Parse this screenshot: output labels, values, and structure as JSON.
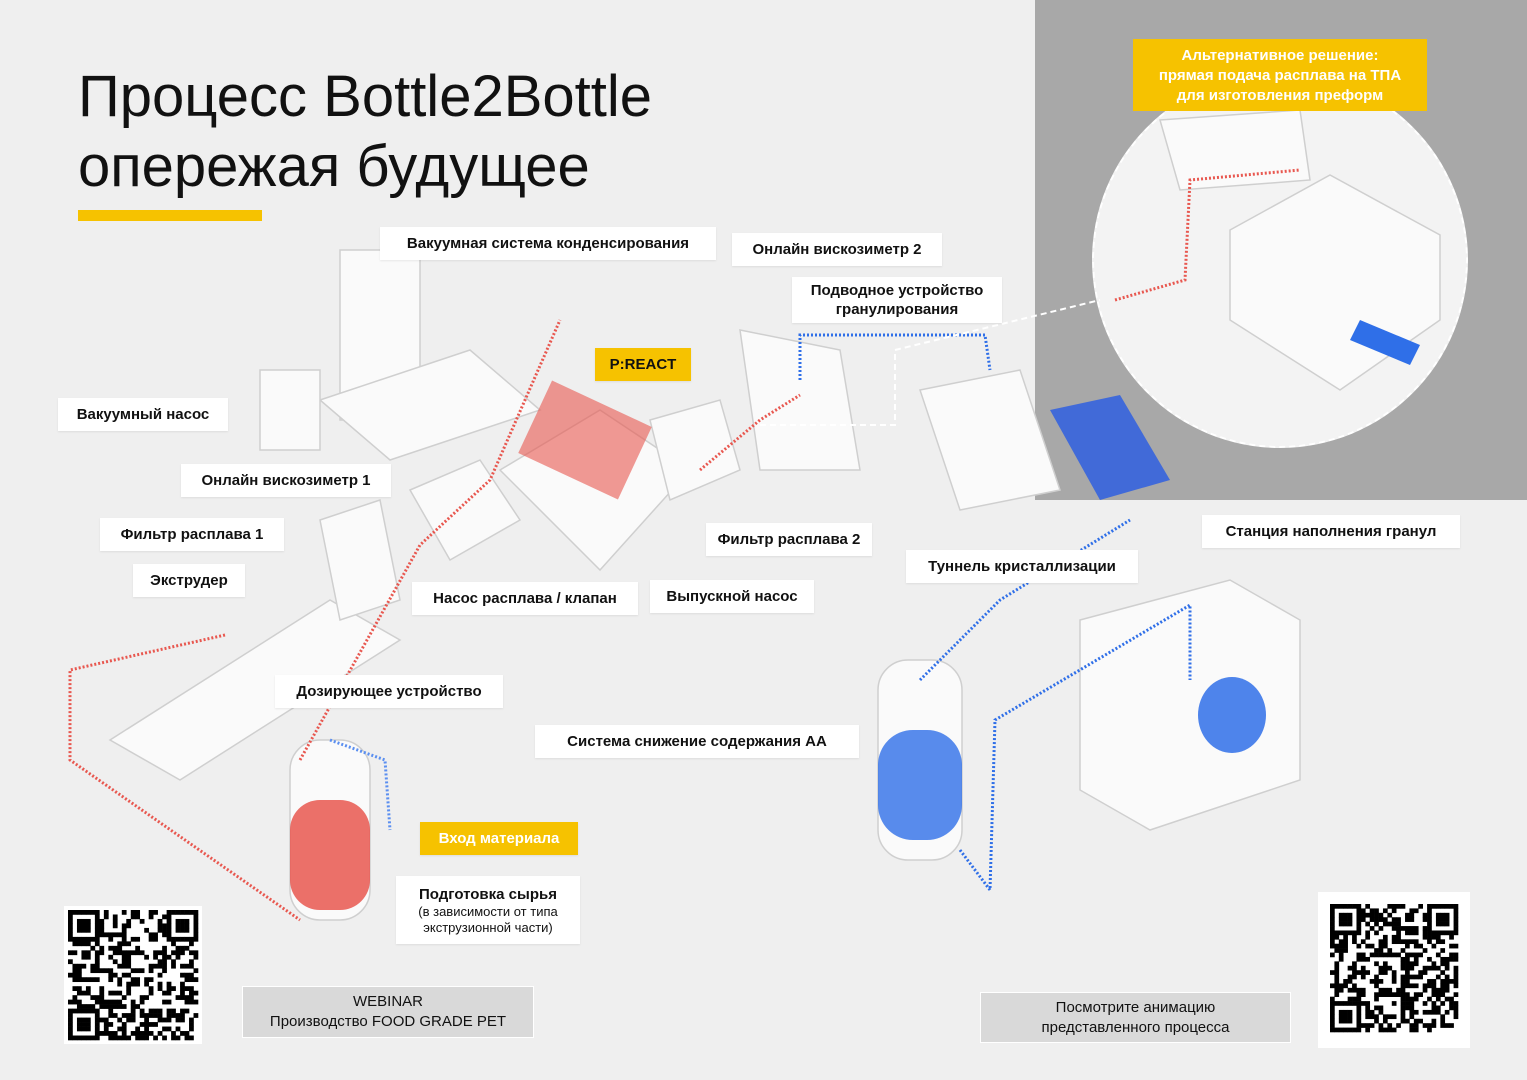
{
  "title": {
    "line1": "Процесс Bottle2Bottle",
    "line2": "опережая будущее"
  },
  "alt_solution": {
    "line1": "Альтернативное решение:",
    "line2": "прямая подача расплава на ТПА",
    "line3": "для изготовления преформ"
  },
  "labels": {
    "vacuum_condensing": "Вакуумная система конденсирования",
    "viscometer2": "Онлайн вискозиметр 2",
    "underwater_pelletizer": "Подводное устройство гранулирования",
    "preact": "P:REACT",
    "vacuum_pump": "Вакуумный насос",
    "viscometer1": "Онлайн вискозиметр 1",
    "melt_filter1": "Фильтр расплава 1",
    "extruder": "Экструдер",
    "melt_pump_valve": "Насос расплава / клапан",
    "discharge_pump": "Выпускной насос",
    "melt_filter2": "Фильтр расплава 2",
    "crystallization_tunnel": "Туннель кристаллизации",
    "pellet_filling_station": "Станция наполнения гранул",
    "dosing_unit": "Дозирующее устройство",
    "aa_reduction": "Система снижение содержания АА",
    "material_input": "Вход материала",
    "raw_prep": {
      "title": "Подготовка сырья",
      "line2": "(в зависимости от типа",
      "line3": "экструзионной части)"
    }
  },
  "webinar": {
    "line1": "WEBINAR",
    "line2": "Производство FOOD GRADE PET"
  },
  "animation": {
    "line1": "Посмотрите анимацию",
    "line2": "представленного процесса"
  },
  "colors": {
    "accent": "#f6c200",
    "melt": "#e8574f",
    "pellets": "#2f6fe8"
  }
}
